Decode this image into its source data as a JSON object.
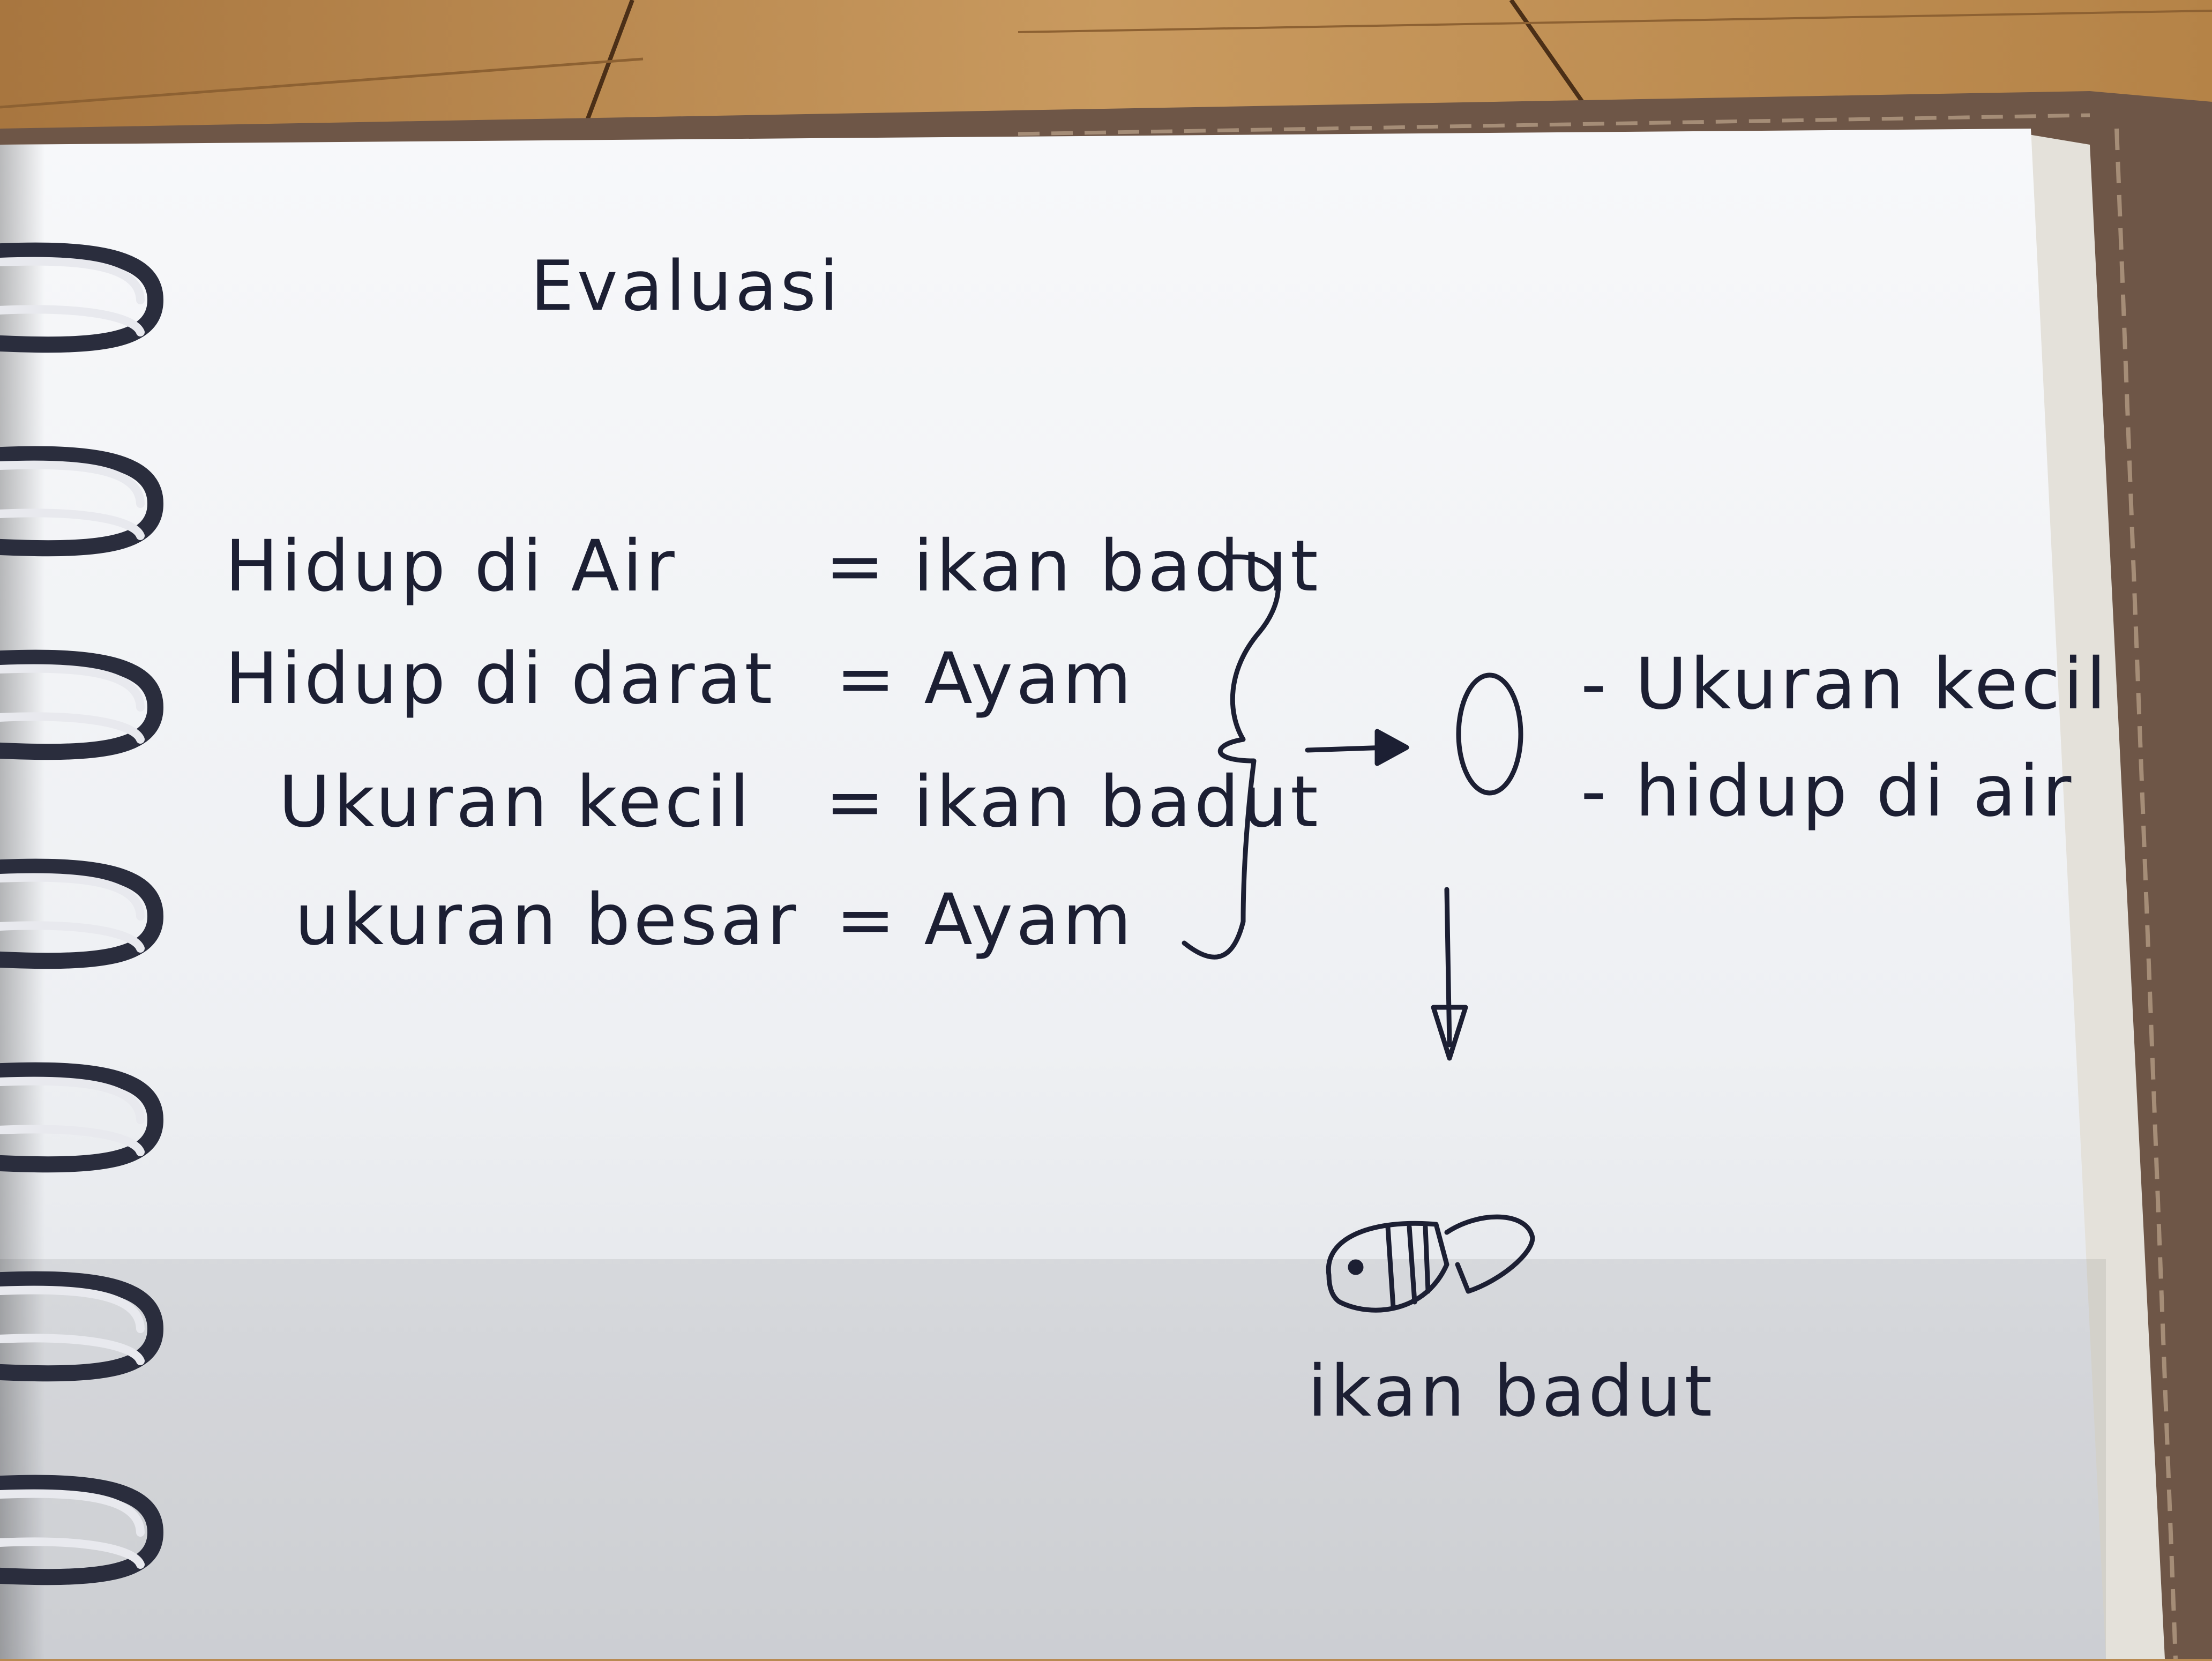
{
  "notebook": {
    "title": "Evaluasi",
    "rows": [
      {
        "criterion": "Hidup di Air",
        "answer": "= ikan badut"
      },
      {
        "criterion": "Hidup di darat",
        "answer": "= Ayam"
      },
      {
        "criterion": "Ukuran kecil",
        "answer": "= ikan badut"
      },
      {
        "criterion": "ukuran besar",
        "answer": "= Ayam"
      }
    ],
    "result_traits": [
      "- Ukuran kecil",
      "- hidup di air"
    ],
    "drawing_caption": "ikan badut"
  },
  "colors": {
    "ink": "#1c1f33",
    "paper": "#f4f5f7",
    "floor": "#b98a52",
    "cover": "#6e5647"
  }
}
